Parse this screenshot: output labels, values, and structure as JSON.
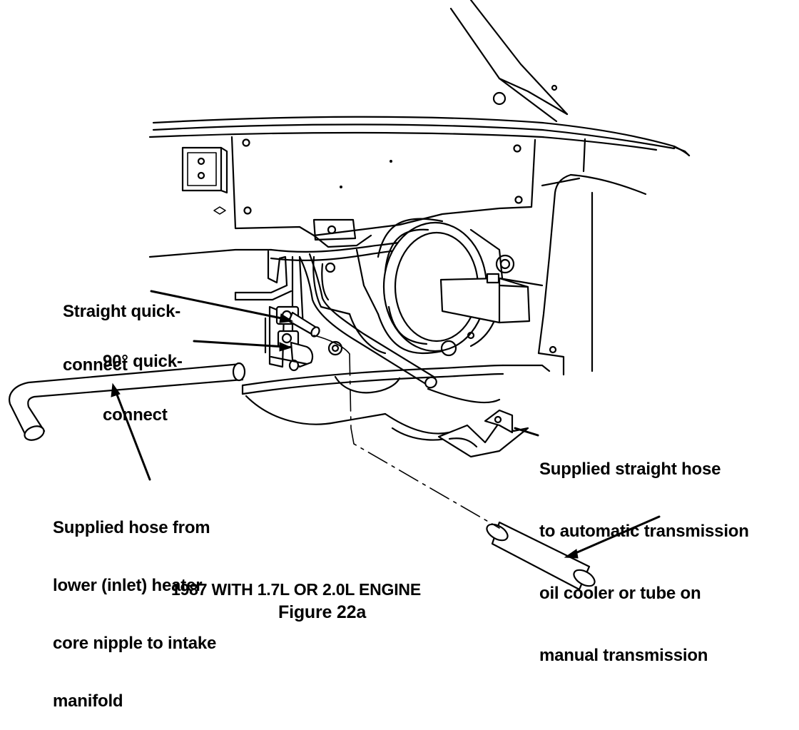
{
  "callouts": {
    "straight_quick_connect": [
      "Straight quick-",
      "connect"
    ],
    "ninety_quick_connect": [
      "90° quick-",
      "connect"
    ],
    "supplied_hose_from": [
      "Supplied hose from",
      "lower (inlet) heater",
      "core nipple to intake",
      "manifold"
    ],
    "supplied_straight_hose": [
      "Supplied straight hose",
      "to automatic transmission",
      "oil cooler or tube on",
      "manual transmission"
    ]
  },
  "caption": {
    "subtitle": "1987 WITH 1.7L OR 2.0L ENGINE",
    "figure": "Figure 22a"
  }
}
